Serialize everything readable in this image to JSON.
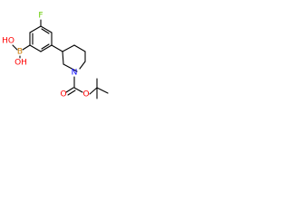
{
  "labels": {
    "fluorine": "F",
    "boron": "B",
    "hydroxyl_top": "HO",
    "hydroxyl_bottom": "OH",
    "piperidine_nitrogen": "N",
    "carbonyl_oxygen": "O",
    "ester_oxygen": "O"
  },
  "colors": {
    "bond": "#000000",
    "fluorine": "#66cc00",
    "boron": "#c87800",
    "oxygen": "#ff0000",
    "nitrogen": "#0000ff"
  }
}
